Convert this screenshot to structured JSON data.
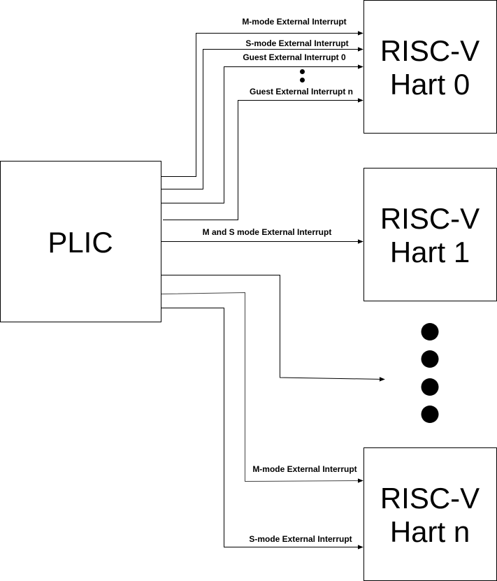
{
  "plic": {
    "label": "PLIC"
  },
  "harts": [
    {
      "line1": "RISC-V",
      "line2": "Hart 0"
    },
    {
      "line1": "RISC-V",
      "line2": "Hart 1"
    },
    {
      "line1": "RISC-V",
      "line2": "Hart n"
    }
  ],
  "signals": {
    "hart0_m": "M-mode External Interrupt",
    "hart0_s": "S-mode External Interrupt",
    "hart0_guest0": "Guest External Interrupt 0",
    "hart0_guestn": "Guest External Interrupt n",
    "hart1_ms": "M and S mode External Interrupt",
    "hartn_m": "M-mode External Interrupt",
    "hartn_s": "S-mode External Interrupt"
  }
}
